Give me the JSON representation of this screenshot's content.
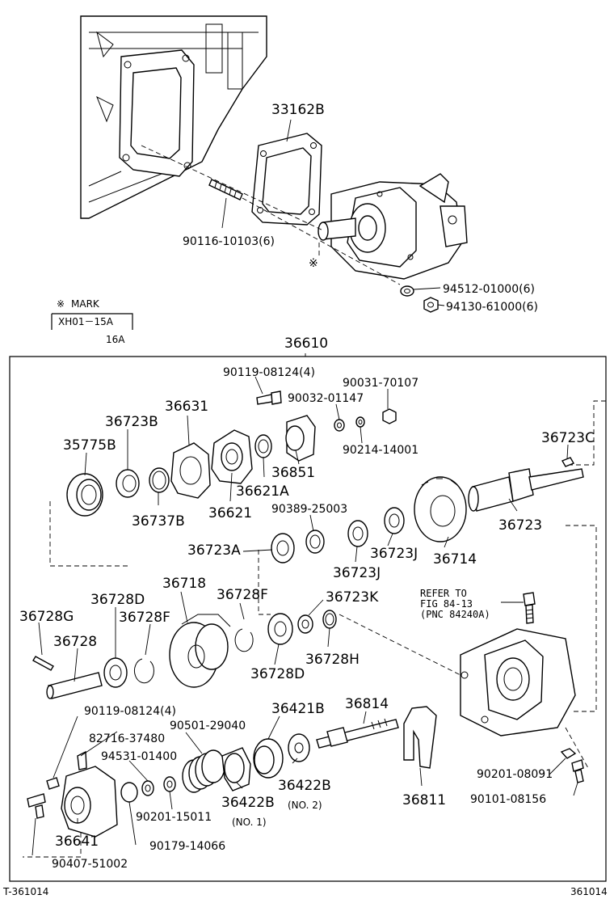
{
  "diagram": {
    "frame_label": "36610",
    "mark_box": {
      "symbol": "※",
      "word": "MARK",
      "line1": "XH01－15A",
      "line2": "16A"
    },
    "refer": {
      "line1": "REFER TO",
      "line2": "FIG 84-13",
      "line3": "(PNC 84240A)"
    },
    "corner_left": "T-361014",
    "corner_right": "361014",
    "asterisk": "※",
    "labels": {
      "p33162B": "33162B",
      "p90116": "90116-10103(6)",
      "p94512": "94512-01000(6)",
      "p94130": "94130-61000(6)",
      "p90119a": "90119-08124(4)",
      "p90031": "90031-70107",
      "p90032": "90032-01147",
      "p90214": "90214-14001",
      "p36631": "36631",
      "p36723B": "36723B",
      "p35775B": "35775B",
      "p36851": "36851",
      "p36621A": "36621A",
      "p36621": "36621",
      "p36737B": "36737B",
      "p90389": "90389-25003",
      "p36723C": "36723C",
      "p36723": "36723",
      "p36723A": "36723A",
      "p36723J1": "36723J",
      "p36723J2": "36723J",
      "p36714": "36714",
      "p36718": "36718",
      "p36728F1": "36728F",
      "p36723K": "36723K",
      "p36728D1": "36728D",
      "p36728F2": "36728F",
      "p36728G": "36728G",
      "p36728": "36728",
      "p36728H": "36728H",
      "p36728D2": "36728D",
      "p90119b": "90119-08124(4)",
      "p82716": "82716-37480",
      "p90501": "90501-29040",
      "p36421B": "36421B",
      "p36814": "36814",
      "p94531": "94531-01400",
      "p36422B1": "36422B",
      "no1": "(NO. 1)",
      "p36422B2": "36422B",
      "no2": "(NO. 2)",
      "p90201a": "90201-15011",
      "p36641": "36641",
      "p90179": "90179-14066",
      "p90407": "90407-51002",
      "p36811": "36811",
      "p90201b": "90201-08091",
      "p90101": "90101-08156"
    }
  }
}
